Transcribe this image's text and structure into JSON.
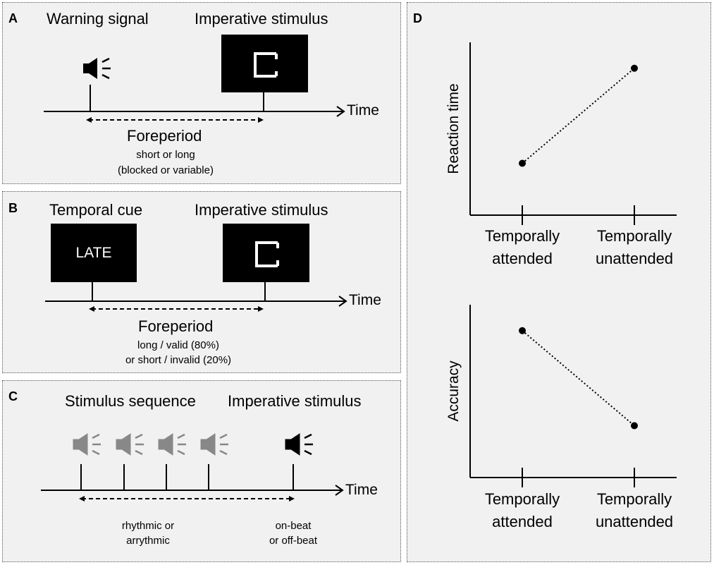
{
  "panelA": {
    "label": "A",
    "warning": "Warning signal",
    "imperative": "Imperative stimulus",
    "time": "Time",
    "foreperiod": "Foreperiod",
    "note1": "short or long",
    "note2": "(blocked or variable)"
  },
  "panelB": {
    "label": "B",
    "cue": "Temporal cue",
    "cue_text": "LATE",
    "imperative": "Imperative stimulus",
    "time": "Time",
    "foreperiod": "Foreperiod",
    "note1": "long / valid (80%)",
    "note2": "or short / invalid (20%)"
  },
  "panelC": {
    "label": "C",
    "sequence": "Stimulus sequence",
    "imperative": "Imperative stimulus",
    "time": "Time",
    "note1a": "rhythmic or",
    "note1b": "arrythmic",
    "note2a": "on-beat",
    "note2b": "or off-beat"
  },
  "panelD": {
    "label": "D"
  },
  "colors": {
    "panel_bg": "#f1f1f1",
    "gray_speaker": "#888888",
    "black": "#000000"
  },
  "chart_data": [
    {
      "type": "line",
      "categories": [
        "Temporally\nattended",
        "Temporally\nunattended"
      ],
      "category_lines": [
        [
          "Temporally",
          "attended"
        ],
        [
          "Temporally",
          "unattended"
        ]
      ],
      "ylabel": "Reaction time",
      "xlabel": "",
      "series": [
        {
          "values": [
            0.3,
            0.85
          ]
        }
      ],
      "ylim": [
        0,
        1
      ],
      "line_style": "dotted"
    },
    {
      "type": "line",
      "categories": [
        "Temporally\nattended",
        "Temporally\nunattended"
      ],
      "category_lines": [
        [
          "Temporally",
          "attended"
        ],
        [
          "Temporally",
          "unattended"
        ]
      ],
      "ylabel": "Accuracy",
      "xlabel": "",
      "series": [
        {
          "values": [
            0.85,
            0.3
          ]
        }
      ],
      "ylim": [
        0,
        1
      ],
      "line_style": "dotted"
    }
  ]
}
